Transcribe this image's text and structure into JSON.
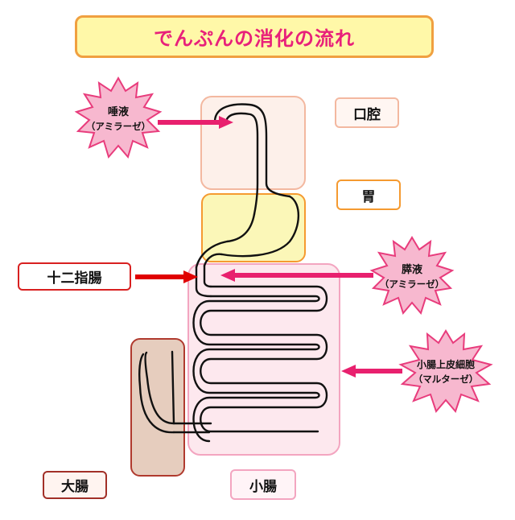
{
  "title": "でんぷんの消化の流れ",
  "organs": {
    "mouth": "口腔",
    "stomach": "胃",
    "duodenum": "十二指腸",
    "large_intestine": "大腸",
    "small_intestine": "小腸"
  },
  "enzymes": {
    "saliva": {
      "name": "唾液",
      "enzyme": "（アミラーゼ）"
    },
    "pancreatic": {
      "name": "膵液",
      "enzyme": "（アミラーゼ）"
    },
    "epithelial": {
      "name": "小腸上皮細胞",
      "enzyme": "（マルターゼ）"
    }
  },
  "colors": {
    "title_text": "#e8207a",
    "arrow": "#e8206e",
    "duodenum_arrow": "#e00000",
    "burst_fill": "#f7b8cf",
    "burst_stroke": "#e83c7c"
  }
}
